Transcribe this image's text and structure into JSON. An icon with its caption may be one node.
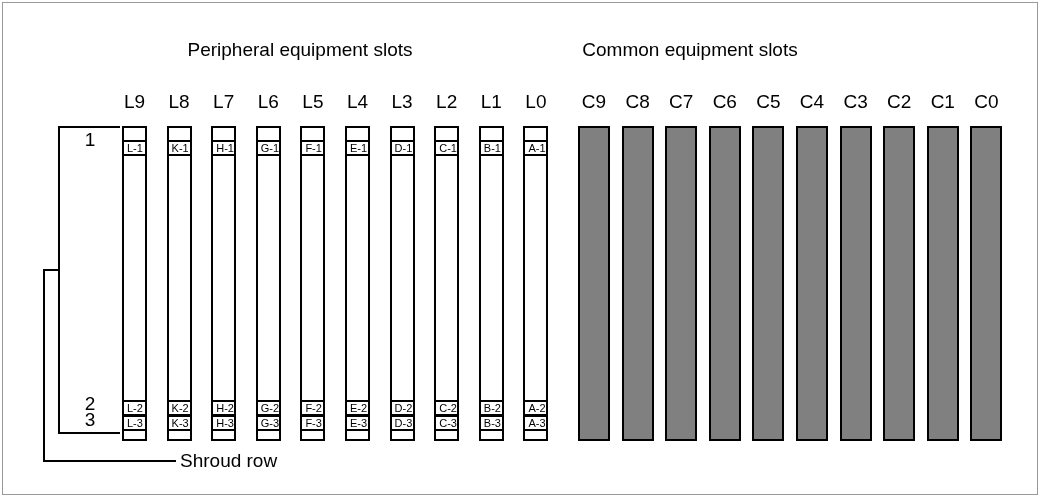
{
  "diagram": {
    "nodes": [
      {
        "text": [],
        "shape": "bar",
        "beside": [
          "L9"
        ]
      },
      {
        "text": [
          "L-1"
        ],
        "in": 0
      },
      {
        "text": [
          "L-2"
        ],
        "in": 0
      },
      {
        "text": [
          "L-3"
        ],
        "in": 0
      },
      {
        "text": [],
        "shape": "bar",
        "beside": [
          "L8"
        ]
      },
      {
        "text": [
          "K-1"
        ],
        "in": 4
      },
      {
        "text": [
          "K-2"
        ],
        "in": 4
      },
      {
        "text": [
          "K-3"
        ],
        "in": 4
      },
      {
        "text": [],
        "shape": "bar",
        "beside": [
          "L7"
        ]
      },
      {
        "text": [
          "H-1"
        ],
        "in": 8
      },
      {
        "text": [
          "H-2"
        ],
        "in": 8
      },
      {
        "text": [
          "H-3"
        ],
        "in": 8
      },
      {
        "text": [],
        "shape": "bar",
        "beside": [
          "L6"
        ]
      },
      {
        "text": [
          "G-1"
        ],
        "in": 12
      },
      {
        "text": [
          "G-2"
        ],
        "in": 12
      },
      {
        "text": [
          "G-3"
        ],
        "in": 12
      },
      {
        "text": [],
        "shape": "bar",
        "beside": [
          "L5"
        ]
      },
      {
        "text": [
          "F-1"
        ],
        "in": 16
      },
      {
        "text": [
          "F-2"
        ],
        "in": 16
      },
      {
        "text": [
          "F-3"
        ],
        "in": 16
      },
      {
        "text": [],
        "shape": "bar",
        "beside": [
          "L4"
        ]
      },
      {
        "text": [
          "E-1"
        ],
        "in": 20
      },
      {
        "text": [
          "E-2"
        ],
        "in": 20
      },
      {
        "text": [
          "E-3"
        ],
        "in": 20
      },
      {
        "text": [],
        "shape": "bar",
        "beside": [
          "L3"
        ]
      },
      {
        "text": [
          "D-1"
        ],
        "in": 24
      },
      {
        "text": [
          "D-2"
        ],
        "in": 24
      },
      {
        "text": [
          "D-3"
        ],
        "in": 24
      },
      {
        "text": [],
        "shape": "bar",
        "beside": [
          "L2"
        ]
      },
      {
        "text": [
          "C-1"
        ],
        "in": 28
      },
      {
        "text": [
          "C-2"
        ],
        "in": 28
      },
      {
        "text": [
          "C-3"
        ],
        "in": 28
      },
      {
        "text": [],
        "shape": "bar",
        "beside": [
          "L1"
        ]
      },
      {
        "text": [
          "B-1"
        ],
        "in": 32
      },
      {
        "text": [
          "B-2"
        ],
        "in": 32
      },
      {
        "text": [
          "B-3"
        ],
        "in": 32
      },
      {
        "text": [],
        "shape": "bar",
        "beside": [
          "L0"
        ]
      },
      {
        "text": [
          "A-1"
        ],
        "in": 36
      },
      {
        "text": [
          "A-2"
        ],
        "in": 36
      },
      {
        "text": [
          "A-3"
        ],
        "in": 36
      },
      {
        "text": [],
        "shape": "bar",
        "beside": [
          "C9"
        ]
      },
      {
        "text": [],
        "shape": "bar",
        "beside": [
          "C8"
        ]
      },
      {
        "text": [],
        "shape": "bar",
        "beside": [
          "C7"
        ]
      },
      {
        "text": [],
        "shape": "bar",
        "beside": [
          "C6"
        ]
      },
      {
        "text": [],
        "shape": "bar",
        "beside": [
          "C5"
        ]
      },
      {
        "text": [],
        "shape": "bar",
        "beside": [
          "C4"
        ]
      },
      {
        "text": [],
        "shape": "bar",
        "beside": [
          "C3"
        ]
      },
      {
        "text": [],
        "shape": "bar",
        "beside": [
          "C2"
        ]
      },
      {
        "text": [],
        "shape": "bar",
        "beside": [
          "C1"
        ]
      },
      {
        "text": [],
        "shape": "bar",
        "beside": [
          "C0"
        ]
      }
    ],
    "labels": [
      "Peripheral equipment slots",
      "Common equipment slots",
      "1",
      "2",
      "3",
      "Shroud row"
    ]
  }
}
